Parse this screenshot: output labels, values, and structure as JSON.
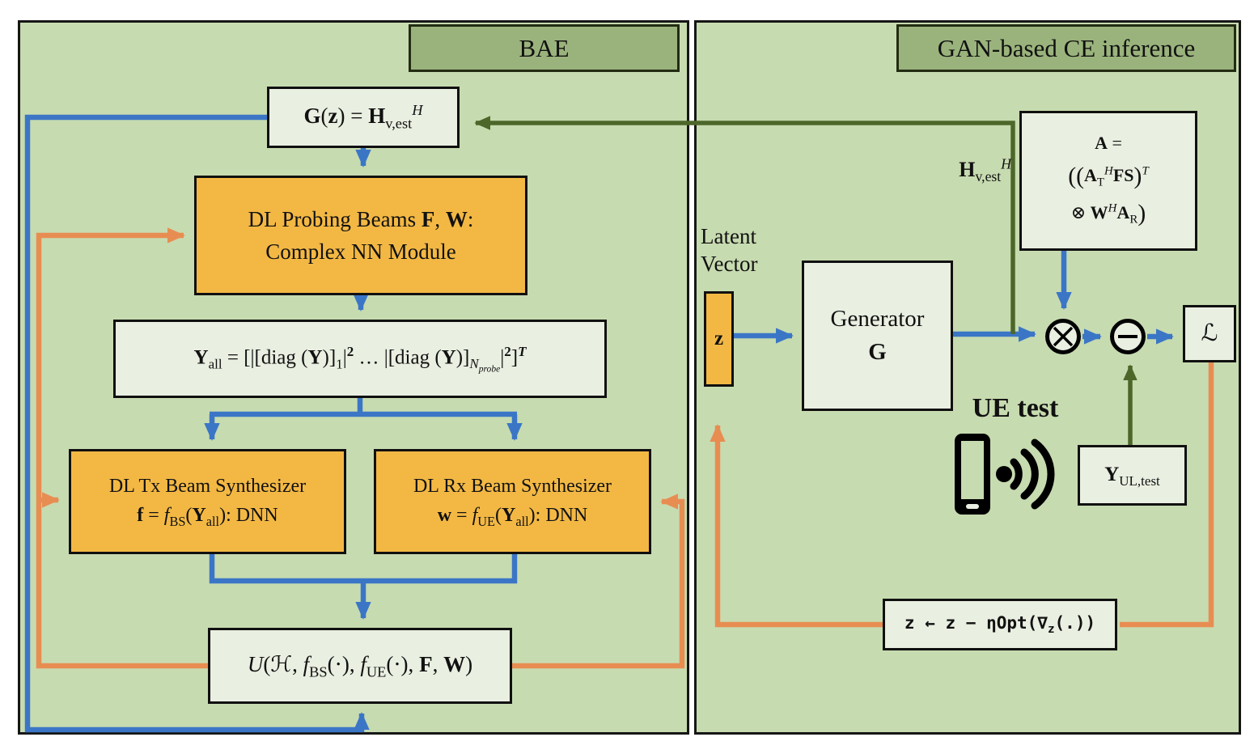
{
  "colors": {
    "panel_bg": "#c7dbb0",
    "box_light": "#e9efe1",
    "box_orange": "#f3b844",
    "title_bg": "#9ab37c",
    "arrow_blue": "#3b76c6",
    "arrow_orange": "#e88d52",
    "arrow_green": "#4d672b"
  },
  "bae": {
    "title": "BAE",
    "g_formula": "<b>G</b>(<b>z</b>) = <b>H</b><sub>v,est</sub><sup><i>H</i></sup>",
    "probing_line1": "DL Probing Beams <b>F</b>, <b>W</b>:",
    "probing_line2": "Complex NN Module",
    "y_all_formula": "<b>Y</b><sub>all</sub> = [|[diag (<b>Y</b>)]<sub>1</sub>|<sup><b>2</b></sup> … |[diag (<b>Y</b>)]<sub><i>N<sub>probe</sub></i></sub>|<sup><b>2</b></sup>]<sup><b><i>T</i></b></sup>",
    "tx_line1": "DL Tx Beam Synthesizer",
    "tx_line2": "<b>f</b> = <i>f</i><sub>BS</sub>(<b>Y</b><sub>all</sub>): DNN",
    "rx_line1": "DL Rx Beam Synthesizer",
    "rx_line2": "<b>w</b> = <i>f</i><sub>UE</sub>(<b>Y</b><sub>all</sub>): DNN",
    "utility_formula": "<i>U</i>(ℋ, <i>f</i><sub>BS</sub>(⋅), <i>f</i><sub>UE</sub>(⋅), <b>F</b>, <b>W</b>)"
  },
  "gan": {
    "title": "GAN-based CE inference",
    "a_line1": "<b>A</b> =",
    "a_line2": "<span class=\"bigp\">((</span><b>A</b><sub>T</sub><sup><i>H</i></sup><b>FS</b><span class=\"bigp\">)</span><sup><i>T</i></sup>",
    "a_line3": "⊗ <b>W</b><sup><i>H</i></sup><b>A</b><sub>R</sub><span class=\"bigp\">)</span>",
    "h_est_label": "<b>H</b><sub>v,est</sub><sup><i>H</i></sup>",
    "latent_label": "Latent Vector",
    "z_label": "<b>z</b>",
    "generator_line1": "Generator",
    "generator_line2": "<b>G</b>",
    "ue_test_label": "UE test",
    "y_ul_label": "<b>Y</b><sub>UL,test</sub>",
    "loss_label": "ℒ",
    "z_update": "<b>z</b> ← <b>z</b> − ηOpt(∇<sub><b>z</b></sub>(.))"
  }
}
